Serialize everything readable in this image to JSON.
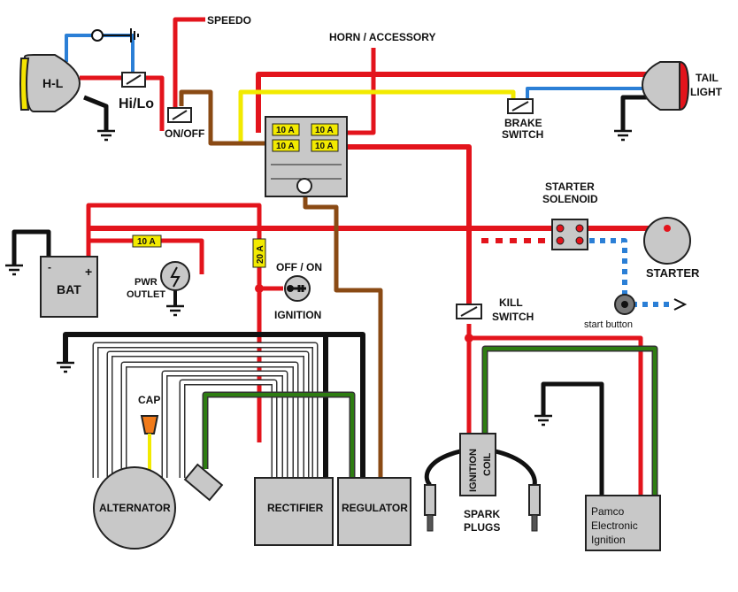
{
  "labels": {
    "speedo": "SPEEDO",
    "horn_accessory": "HORN / ACCESSORY",
    "headlight": "H-L",
    "hi_lo": "Hi/Lo",
    "on_off": "ON/OFF",
    "brake_switch_1": "BRAKE",
    "brake_switch_2": "SWITCH",
    "tail_light_1": "TAIL",
    "tail_light_2": "LIGHT",
    "starter_solenoid_1": "STARTER",
    "starter_solenoid_2": "SOLENOID",
    "starter": "STARTER",
    "start_button": "start button",
    "battery": "BAT",
    "bat_minus": "-",
    "bat_plus": "+",
    "pwr_outlet_1": "PWR",
    "pwr_outlet_2": "OUTLET",
    "ignition_switch_1": "OFF  /  ON",
    "ignition_switch_2": "IGNITION",
    "kill_switch_1": "KILL",
    "kill_switch_2": "SWITCH",
    "cap": "CAP",
    "alternator": "ALTERNATOR",
    "rectifier": "RECTIFIER",
    "regulator": "REGULATOR",
    "ignition_coil_1": "IGNITION",
    "ignition_coil_2": "COIL",
    "spark_plugs_1": "SPARK",
    "spark_plugs_2": "PLUGS",
    "pamco_1": "Pamco",
    "pamco_2": "Electronic",
    "pamco_3": "Ignition"
  },
  "fuses": {
    "fuse_box_tl": "10 A",
    "fuse_box_tr": "10 A",
    "fuse_box_bl": "10 A",
    "fuse_box_br": "10 A",
    "battery_line": "10 A",
    "main_line": "20 A"
  },
  "colors": {
    "red_wire": "#e3141c",
    "black_wire": "#111111",
    "yellow_wire": "#f2ea00",
    "blue_wire": "#2b7fd6",
    "brown_wire": "#8a4a14",
    "green_wire": "#2e7d12",
    "white_wire": "#ffffff",
    "component_gray": "#c8c8c8",
    "headlight_lens": "#f4e400",
    "cap_orange": "#f07a1a"
  }
}
